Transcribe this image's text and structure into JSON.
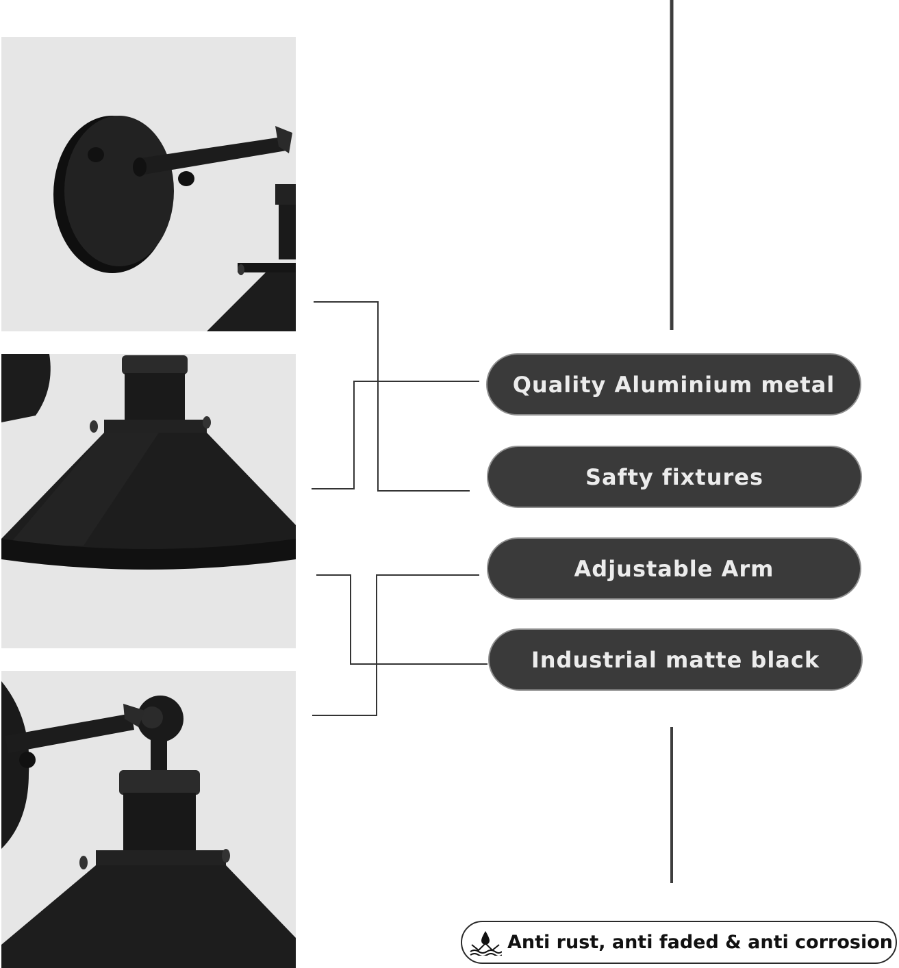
{
  "features": [
    {
      "label": "Quality Aluminium metal"
    },
    {
      "label": "Safty fixtures"
    },
    {
      "label": "Adjustable Arm"
    },
    {
      "label": "Industrial matte black"
    }
  ],
  "badge": {
    "icon": "water-resistant-icon",
    "text": "Anti rust, anti faded & anti corrosion"
  },
  "colors": {
    "pill_fill": "#3a3a3a",
    "pill_text": "#ececec",
    "panel_bg": "#e6e6e6",
    "fixture": "#1b1b1b"
  }
}
